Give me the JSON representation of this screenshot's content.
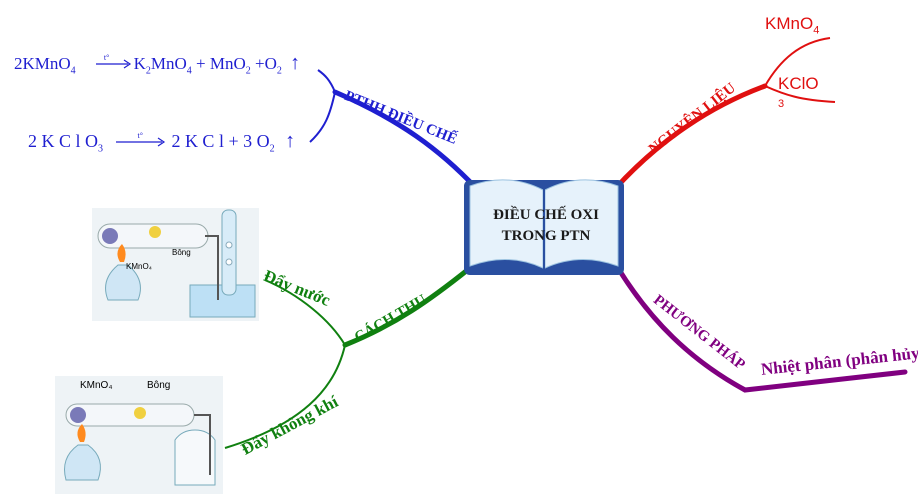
{
  "center": {
    "line1": "ĐIỀU CHẾ OXI",
    "line2": "TRONG PTN"
  },
  "branches": {
    "pthh": {
      "label": "PTHH ĐIỀU CHẾ",
      "color": "#1f1fd0"
    },
    "nguyen_lieu": {
      "label": "NGUYÊN LIỆU",
      "color": "#e01010"
    },
    "cach_thu": {
      "label": "CÁCH THU",
      "color": "#108010"
    },
    "phuong_phap": {
      "label": "PHƯƠNG PHÁP",
      "color": "#800080"
    }
  },
  "equations": {
    "eq1": {
      "lhs": "2KMnO",
      "lhs_sub": "4",
      "cond": "t°",
      "p1": "K",
      "p1_sub": "2",
      "p1b": "MnO",
      "p1b_sub": "4",
      "p2": " + MnO",
      "p2_sub": "2",
      "p3": " +O",
      "p3_sub": "2",
      "arrow_up": "↑"
    },
    "eq2": {
      "lhs": "2 K C l O",
      "lhs_sub": "3",
      "cond": "t°",
      "rhs": "2 K C l + 3 O",
      "rhs_sub": "2",
      "arrow_up": "↑"
    }
  },
  "materials": {
    "kmno4": {
      "base": "KMnO",
      "sub": "4"
    },
    "kclo3": {
      "base": "KClO",
      "sub": "3"
    }
  },
  "collection": {
    "water": "Đẩy nước",
    "air": "Đẩy không khí"
  },
  "method": {
    "text": "Nhiệt phân (phân hủy)"
  },
  "photo_labels": {
    "kmno4": "KMnO₄",
    "bong": "Bông"
  }
}
